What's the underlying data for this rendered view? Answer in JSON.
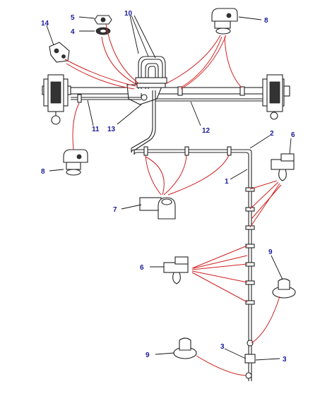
{
  "colors": {
    "callout_label": "#1a1a9a",
    "red_leader": "#d02020",
    "line": "#222222",
    "black_leader": "#111111"
  },
  "callouts": [
    {
      "id": "c1",
      "label": "1"
    },
    {
      "id": "c2",
      "label": "2"
    },
    {
      "id": "c3a",
      "label": "3"
    },
    {
      "id": "c3b",
      "label": "3"
    },
    {
      "id": "c4",
      "label": "4"
    },
    {
      "id": "c5",
      "label": "5"
    },
    {
      "id": "c6a",
      "label": "6"
    },
    {
      "id": "c6b",
      "label": "6"
    },
    {
      "id": "c7",
      "label": "7"
    },
    {
      "id": "c8a",
      "label": "8"
    },
    {
      "id": "c8b",
      "label": "8"
    },
    {
      "id": "c9a",
      "label": "9"
    },
    {
      "id": "c9b",
      "label": "9"
    },
    {
      "id": "c10",
      "label": "10"
    },
    {
      "id": "c11",
      "label": "11"
    },
    {
      "id": "c12",
      "label": "12"
    },
    {
      "id": "c13",
      "label": "13"
    },
    {
      "id": "c14",
      "label": "14"
    }
  ]
}
